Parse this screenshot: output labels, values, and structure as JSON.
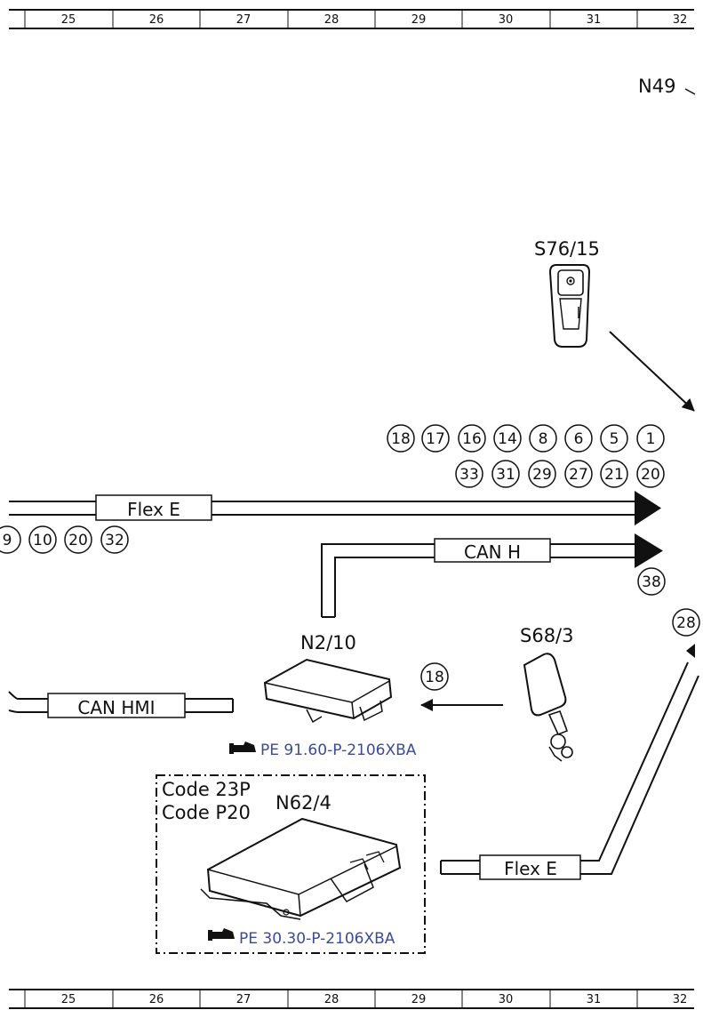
{
  "ruler": [
    "25",
    "26",
    "27",
    "28",
    "29",
    "30",
    "31",
    "32"
  ],
  "components": {
    "n49": "N49",
    "s76_15": "S76/15",
    "n2_10": "N2/10",
    "s68_3": "S68/3",
    "n62_4": "N62/4"
  },
  "buses": {
    "flex_e_top": "Flex E",
    "can_h": "CAN H",
    "can_hmi": "CAN HMI",
    "flex_e_bottom": "Flex E"
  },
  "circles": {
    "row1": [
      "18",
      "17",
      "16",
      "14",
      "8",
      "6",
      "5",
      "1"
    ],
    "row2": [
      "33",
      "31",
      "29",
      "27",
      "21",
      "20"
    ],
    "row_left": [
      "9",
      "10",
      "20",
      "32"
    ],
    "can_h_ref": "38",
    "s68_ref": "18",
    "right_edge": "28"
  },
  "codes": {
    "line1": "Code 23P",
    "line2": "Code P20"
  },
  "links": {
    "pe_n2_10": "PE 91.60-P-2106XBA",
    "pe_n62_4": "PE 30.30-P-2106XBA"
  },
  "icons": {
    "pointer": "pointing-hand-icon",
    "switch": "parking-brake-switch-icon",
    "buckle": "seat-belt-buckle-icon",
    "module": "control-module-icon"
  }
}
